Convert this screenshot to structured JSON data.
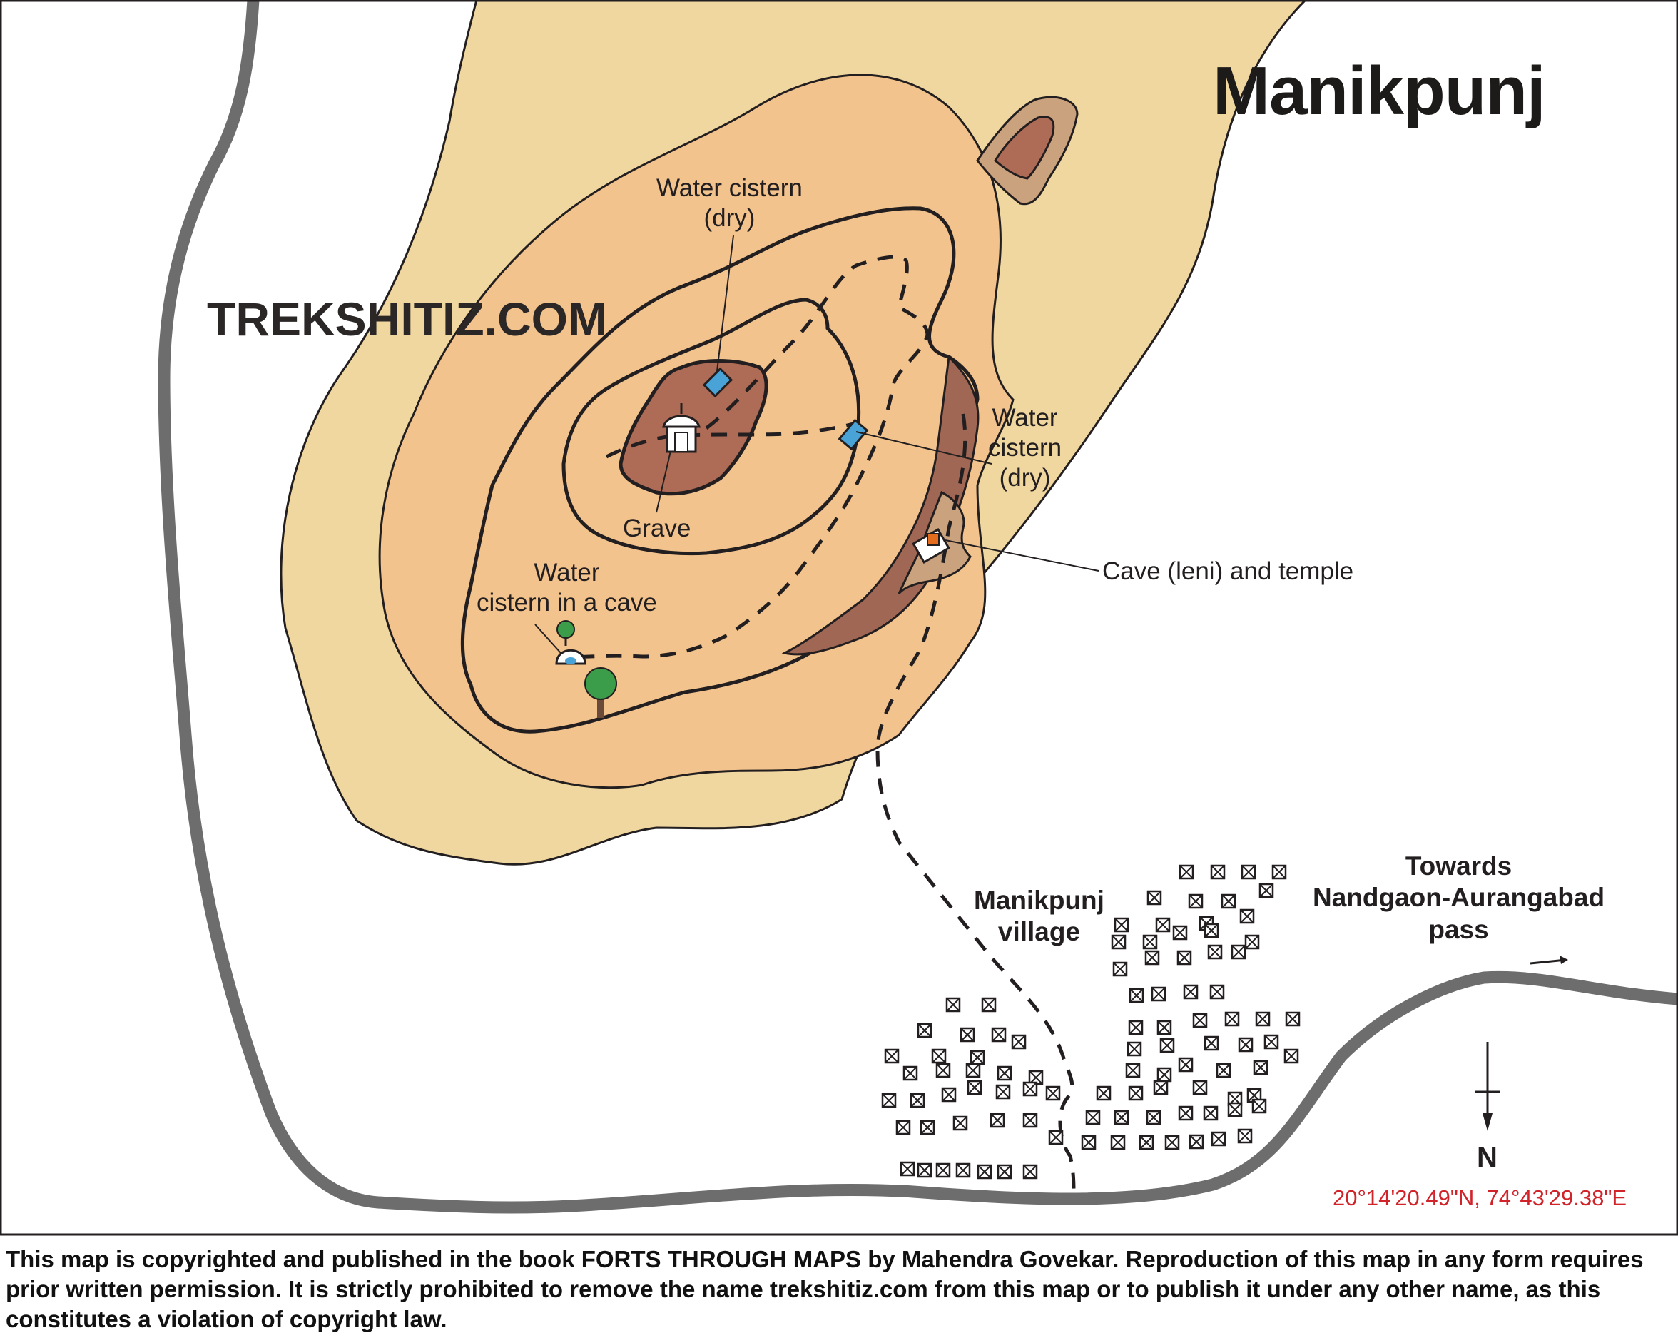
{
  "map": {
    "title": "Manikpunj",
    "watermark": "TREKSHITIZ.COM",
    "features": {
      "cistern_top_line1": "Water cistern",
      "cistern_top_line2": "(dry)",
      "grave": "Grave",
      "cistern_right_line1": "Water",
      "cistern_right_line2": "cistern",
      "cistern_right_line3": "(dry)",
      "cave_temple": "Cave (leni) and temple",
      "cistern_cave_line1": "Water",
      "cistern_cave_line2": "cistern in a cave"
    },
    "village_line1": "Manikpunj",
    "village_line2": "village",
    "direction_line1": "Towards",
    "direction_line2": "Nandgaon-Aurangabad",
    "direction_line3": "pass",
    "north_label": "N",
    "coordinates": "20°14'20.49\"N, 74°43'29.38\"E",
    "colors": {
      "outer_hill": "#f0d7a0",
      "middle_hill": "#f3c38d",
      "summit": "#ae6b55",
      "peak_outer": "#caa27d",
      "scarp": "#a16755",
      "road": "#6d6d6d",
      "cistern_water": "#4aa3d6",
      "tree": "#3b9c49",
      "temple": "#e46c1e",
      "coordinates_text": "#d1242a"
    },
    "legend_icons": [
      "water-cistern-icon",
      "grave-icon",
      "cave-temple-icon",
      "cave-cistern-icon",
      "tree-icon",
      "house-icon",
      "north-arrow-icon"
    ]
  },
  "footer": {
    "copyright": "This map is copyrighted and published in the book FORTS THROUGH MAPS by Mahendra Govekar. Reproduction of this map in any form requires prior written permission. It is strictly prohibited to remove the name trekshitiz.com from this map or to publish it under any other name, as this constitutes a violation of copyright law."
  }
}
